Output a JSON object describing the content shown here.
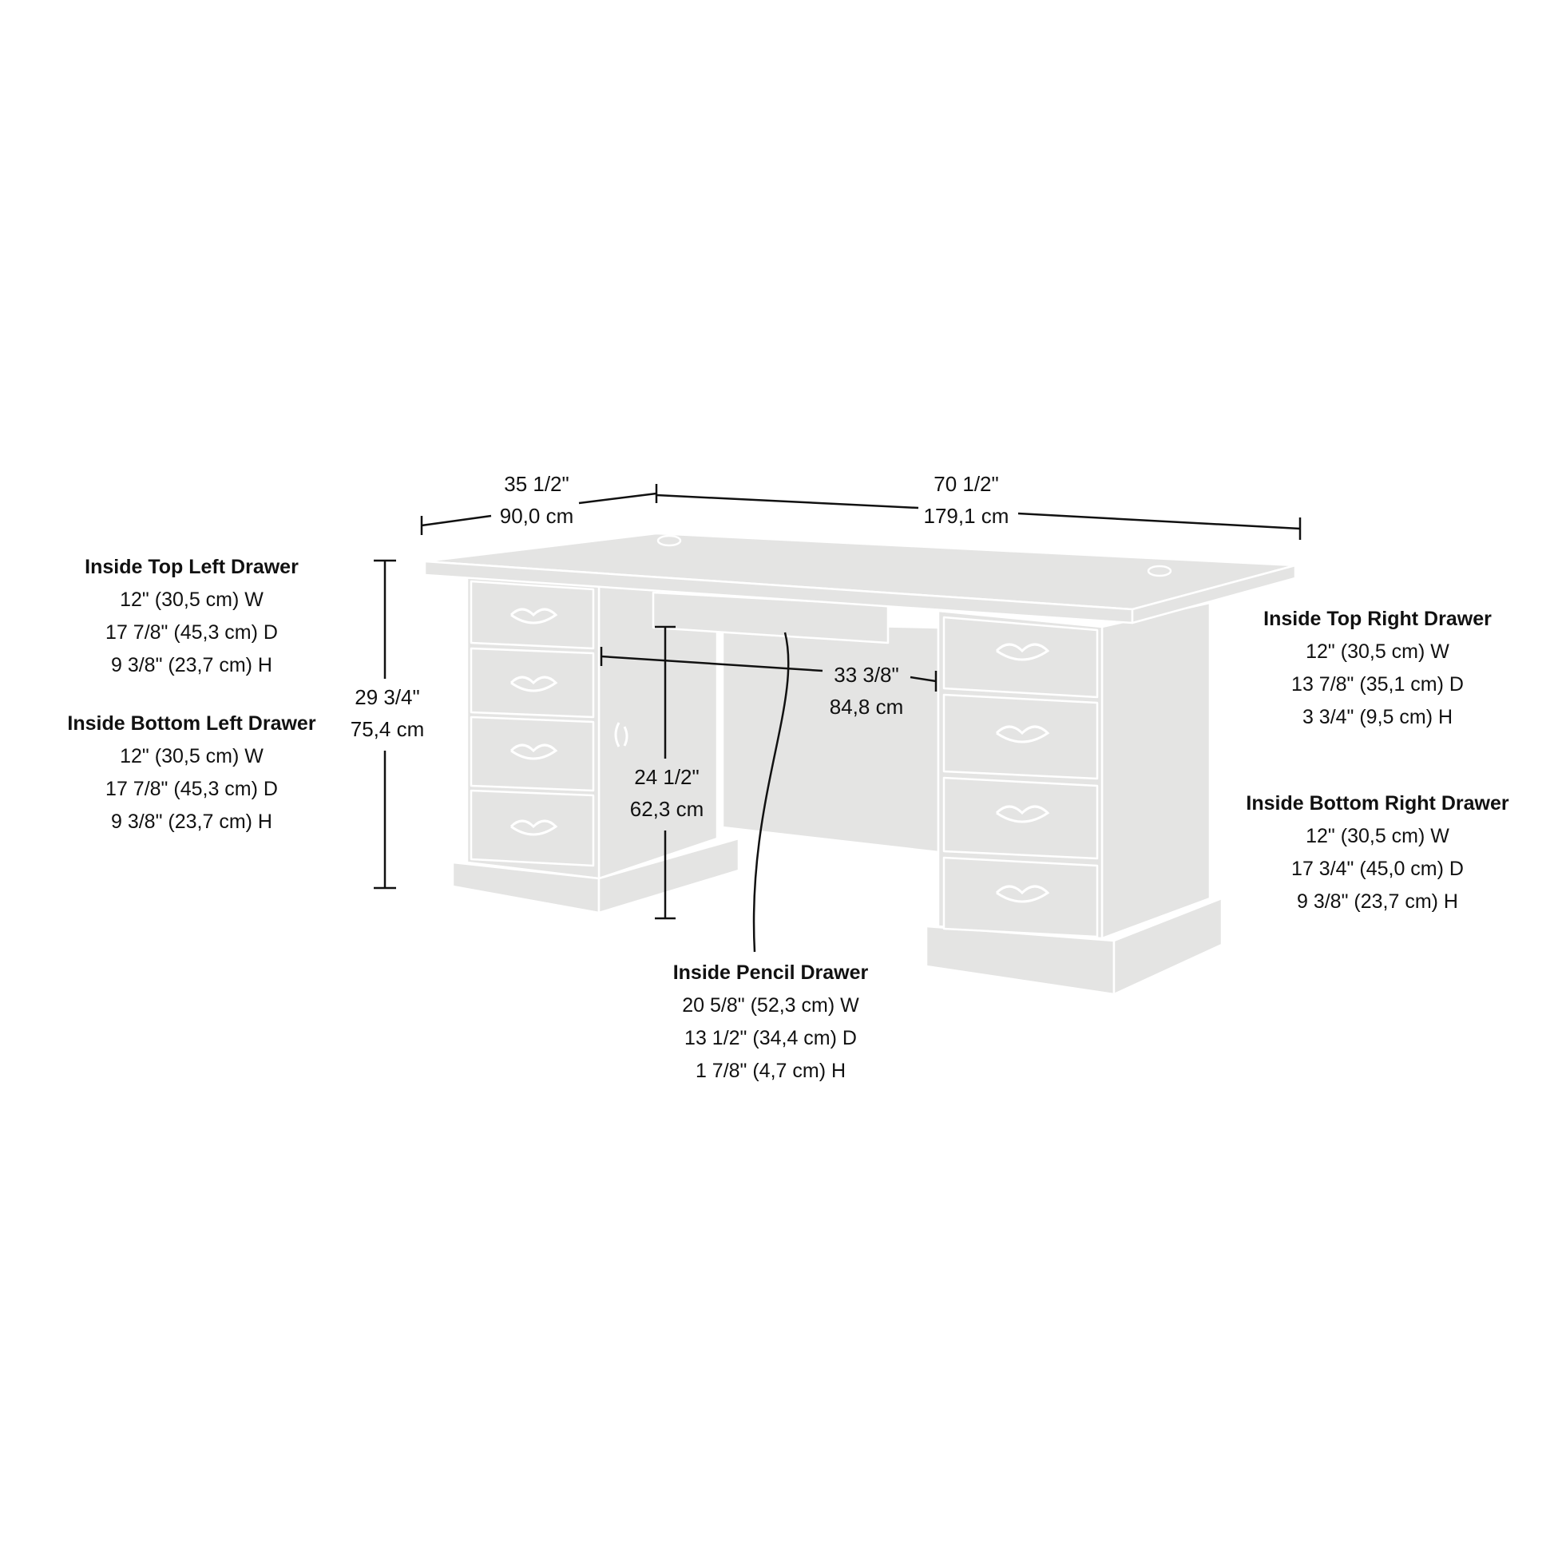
{
  "dimensions": {
    "depth": {
      "inches": "35 1/2\"",
      "cm": "90,0 cm"
    },
    "width": {
      "inches": "70 1/2\"",
      "cm": "179,1 cm"
    },
    "height": {
      "inches": "29 3/4\"",
      "cm": "75,4 cm"
    },
    "knee_height": {
      "inches": "24 1/2\"",
      "cm": "62,3 cm"
    },
    "knee_width": {
      "inches": "33 3/8\"",
      "cm": "84,8 cm"
    }
  },
  "drawers": {
    "top_left": {
      "title": "Inside Top Left Drawer",
      "w": "12\" (30,5 cm) W",
      "d": "17 7/8\" (45,3 cm) D",
      "h": "9 3/8\" (23,7 cm) H"
    },
    "bottom_left": {
      "title": "Inside Bottom Left Drawer",
      "w": "12\" (30,5 cm) W",
      "d": "17 7/8\" (45,3 cm) D",
      "h": "9 3/8\" (23,7 cm) H"
    },
    "top_right": {
      "title": "Inside Top Right Drawer",
      "w": "12\" (30,5 cm) W",
      "d": "13 7/8\" (35,1 cm) D",
      "h": "3 3/4\" (9,5 cm) H"
    },
    "bottom_right": {
      "title": "Inside Bottom Right Drawer",
      "w": "12\" (30,5 cm) W",
      "d": "17 3/4\" (45,0 cm) D",
      "h": "9 3/8\" (23,7 cm) H"
    },
    "pencil": {
      "title": "Inside Pencil Drawer",
      "w": "20 5/8\" (52,3 cm) W",
      "d": "13 1/2\" (34,4 cm) D",
      "h": "1 7/8\" (4,7 cm) H"
    }
  },
  "colors": {
    "desk_fill": "#e4e4e3",
    "outline": "#ffffff",
    "dimension_line": "#111111"
  }
}
